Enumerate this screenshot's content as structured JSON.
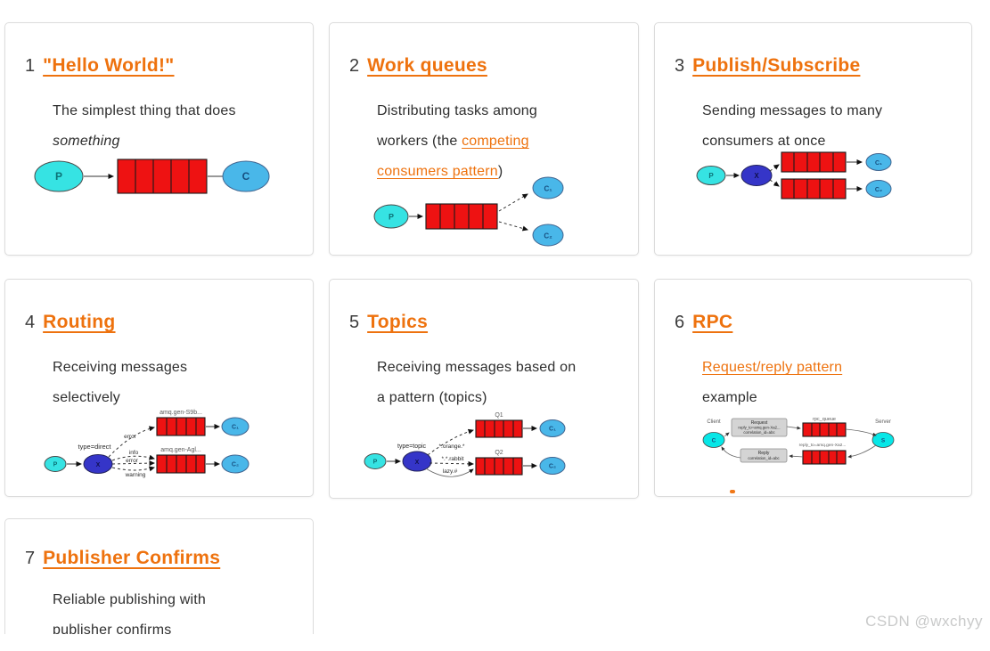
{
  "watermark": "CSDN @wxchyy",
  "cards": [
    {
      "number": "1",
      "title": "\"Hello World!\"",
      "desc": {
        "part1": "The simplest thing that does ",
        "em": "something"
      },
      "diagram": {
        "p": "P",
        "c": "C"
      }
    },
    {
      "number": "2",
      "title": "Work queues",
      "desc": {
        "part1": "Distributing tasks among workers (the ",
        "link": "competing consumers pattern",
        "part2": ")"
      },
      "diagram": {
        "p": "P",
        "c1": "C₁",
        "c2": "C₂"
      }
    },
    {
      "number": "3",
      "title": "Publish/Subscribe",
      "desc": {
        "part1": "Sending messages to many consumers at once"
      },
      "diagram": {
        "p": "P",
        "x": "X",
        "c1": "C₁",
        "c2": "C₂"
      }
    },
    {
      "number": "4",
      "title": "Routing",
      "desc": {
        "part1": "Receiving messages selectively"
      },
      "diagram": {
        "p": "P",
        "x": "X",
        "type": "type=direct",
        "q1": "amq.gen-S9b...",
        "q2": "amq.gen-Agl...",
        "b1": "error",
        "b2": "info",
        "b3": "error",
        "b4": "warning",
        "c1": "C₁",
        "c2": "C₂"
      }
    },
    {
      "number": "5",
      "title": "Topics",
      "desc": {
        "part1": "Receiving messages based on a pattern (topics)"
      },
      "diagram": {
        "p": "P",
        "x": "X",
        "type": "type=topic",
        "b1": "*.orange.*",
        "b2": "*.*.rabbit",
        "b3": "lazy.#",
        "q1": "Q1",
        "q2": "Q2",
        "c1": "C₁",
        "c2": "C₂"
      }
    },
    {
      "number": "6",
      "title": "RPC",
      "desc": {
        "link": "Request/reply pattern",
        "part2": " example"
      },
      "diagram": {
        "client_label": "Client",
        "client": "C",
        "request_title": "Request",
        "request_l1": "reply_to=amq.gen-Xa2...",
        "request_l2": "correlation_id=abc",
        "rpc_queue": "rpc_queue",
        "server_label": "Server",
        "server": "S",
        "mid": "reply_to=amq.gen-Xa2...",
        "reply_title": "Reply",
        "reply_l1": "correlation_id=abc"
      }
    },
    {
      "number": "7",
      "title": "Publisher Confirms",
      "desc": {
        "part1": "Reliable publishing with publisher confirms"
      }
    }
  ]
}
